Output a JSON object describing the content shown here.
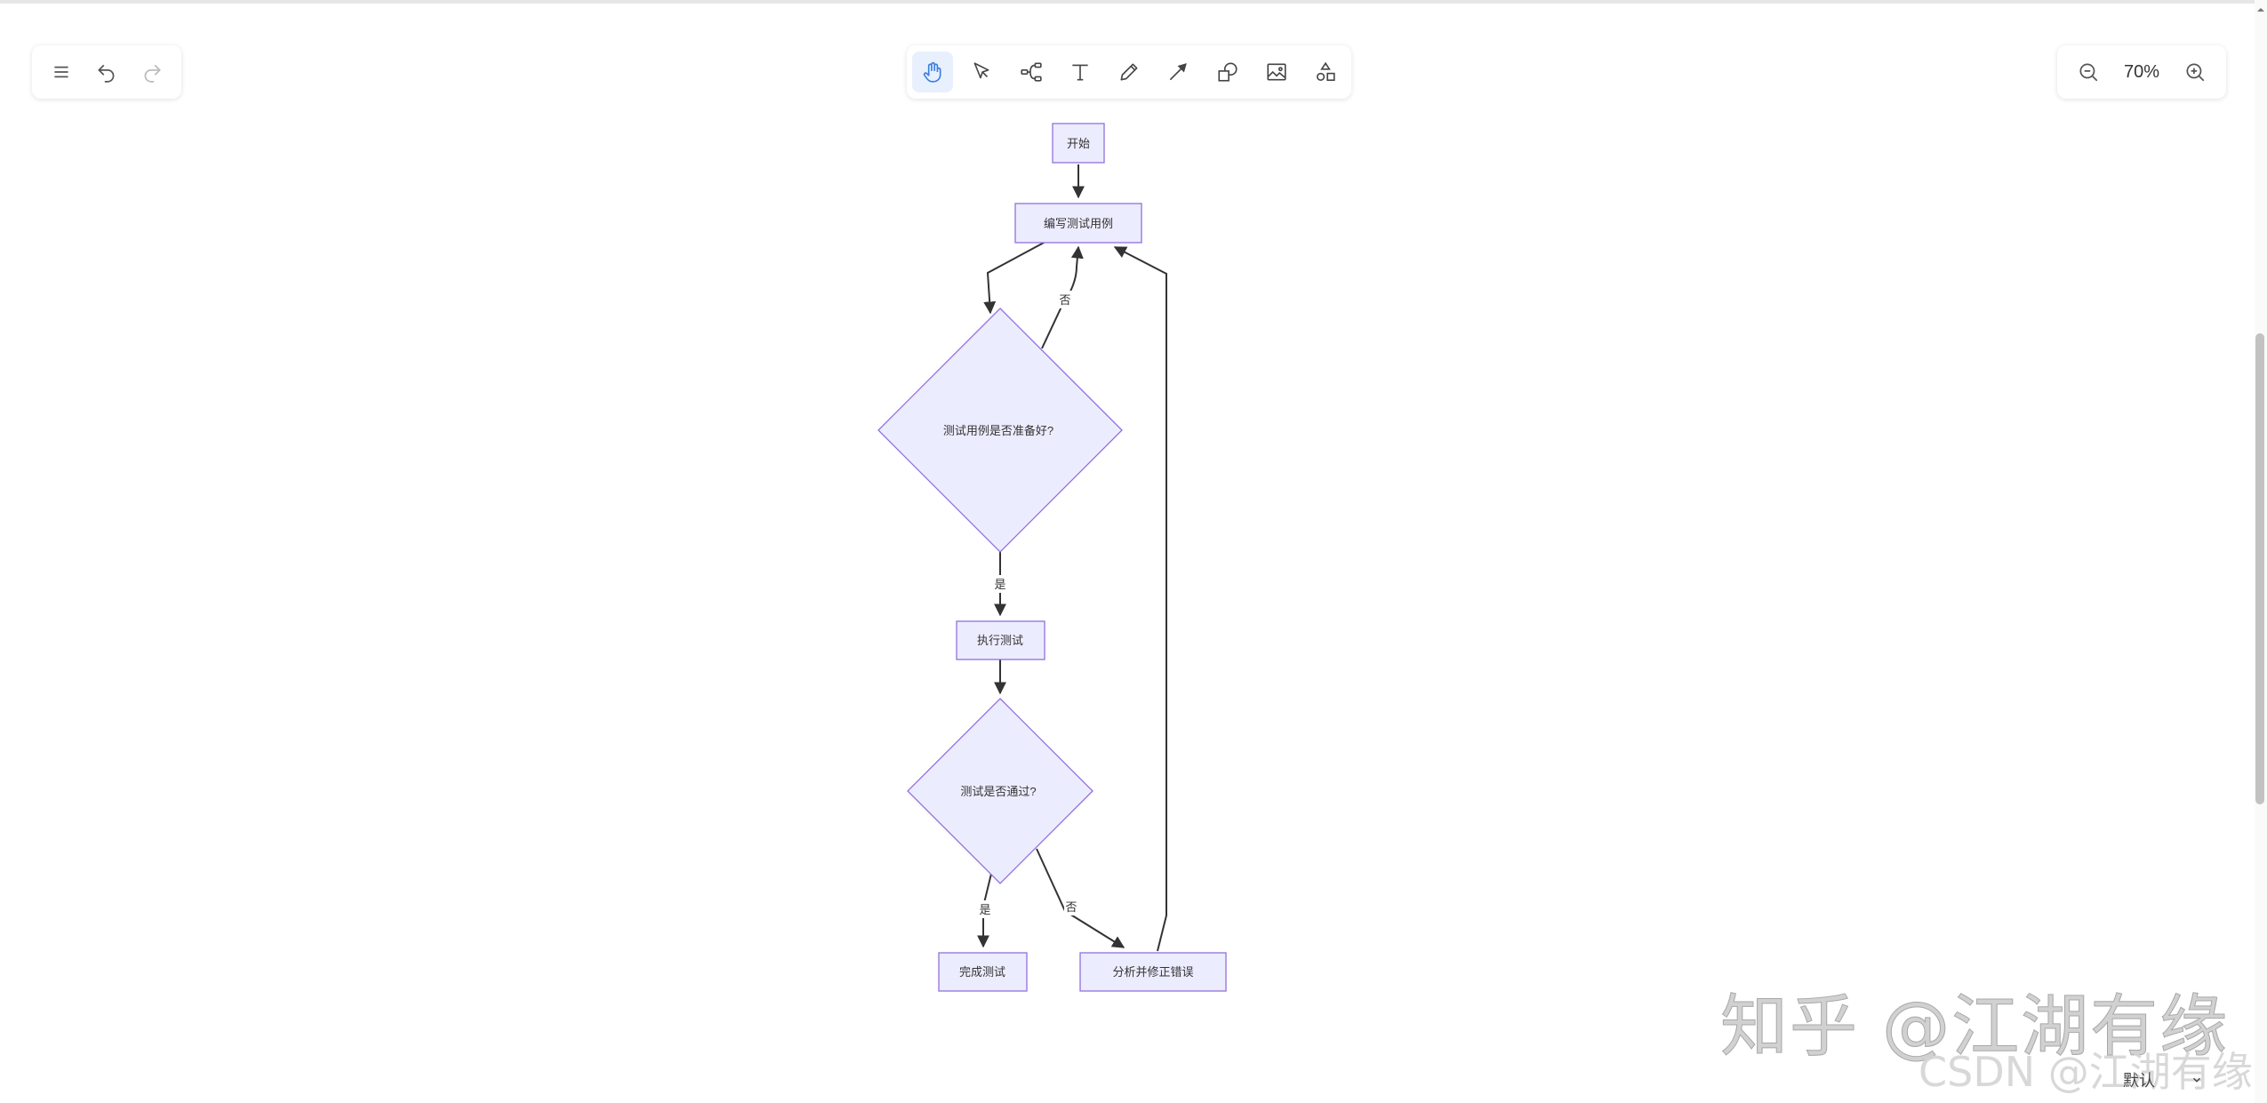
{
  "toolbar_left": {
    "menu_icon": "hamburger-menu-icon",
    "undo_icon": "undo-icon",
    "redo_icon": "redo-icon"
  },
  "toolbar_center": {
    "tools": [
      "hand-icon",
      "pointer-icon",
      "mindmap-icon",
      "text-icon",
      "pencil-icon",
      "arrow-icon",
      "shapes-icon",
      "image-icon",
      "more-shapes-icon"
    ],
    "active_tool": "hand"
  },
  "zoom": {
    "value": "70%",
    "zoom_out_icon": "zoom-out-icon",
    "zoom_in_icon": "zoom-in-icon"
  },
  "flowchart": {
    "nodes": {
      "start": "开始",
      "write": "编写测试用例",
      "ready": "测试用例是否准备好?",
      "execute": "执行测试",
      "pass": "测试是否通过?",
      "done": "完成测试",
      "fix": "分析并修正错误"
    },
    "edges": {
      "ready_no": "否",
      "ready_yes": "是",
      "pass_yes": "是",
      "pass_no": "否"
    },
    "colors": {
      "node_fill": "#ececff",
      "node_stroke": "#9370db",
      "edge": "#333333"
    }
  },
  "watermark": {
    "main": "知乎 @江湖有缘",
    "sub": "CSDN @江湖有缘"
  },
  "theme": {
    "selected": "默认"
  }
}
